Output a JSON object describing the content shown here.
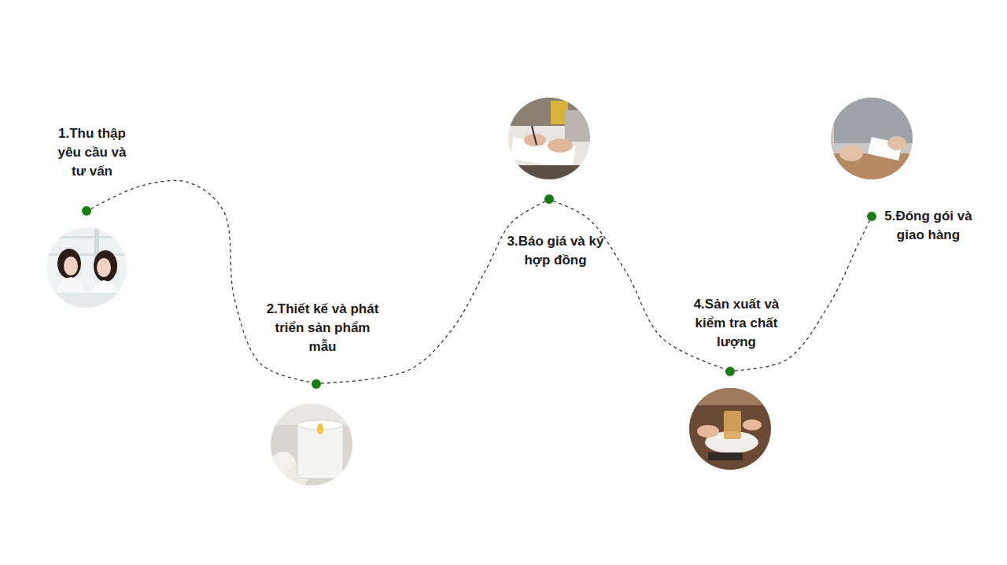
{
  "diagram": {
    "nodes": [
      {
        "text": [
          "1.Thu thập yêu cầu và tư vấn"
        ]
      },
      {
        "text": [
          "2.Thiết kế và phát triển sản phẩm mẫu"
        ]
      },
      {
        "text": [
          "3.Báo giá và ký hợp đồng"
        ]
      },
      {
        "text": [
          "4.Sản xuất và kiểm tra chất lượng"
        ]
      },
      {
        "text": [
          "5.Đóng gói và giao hàng"
        ]
      }
    ],
    "edges": [
      {
        "from": 0,
        "to": 1,
        "arrow": "none"
      },
      {
        "from": 1,
        "to": 2,
        "arrow": "none"
      },
      {
        "from": 2,
        "to": 3,
        "arrow": "none"
      },
      {
        "from": 3,
        "to": 4,
        "arrow": "none"
      }
    ]
  }
}
